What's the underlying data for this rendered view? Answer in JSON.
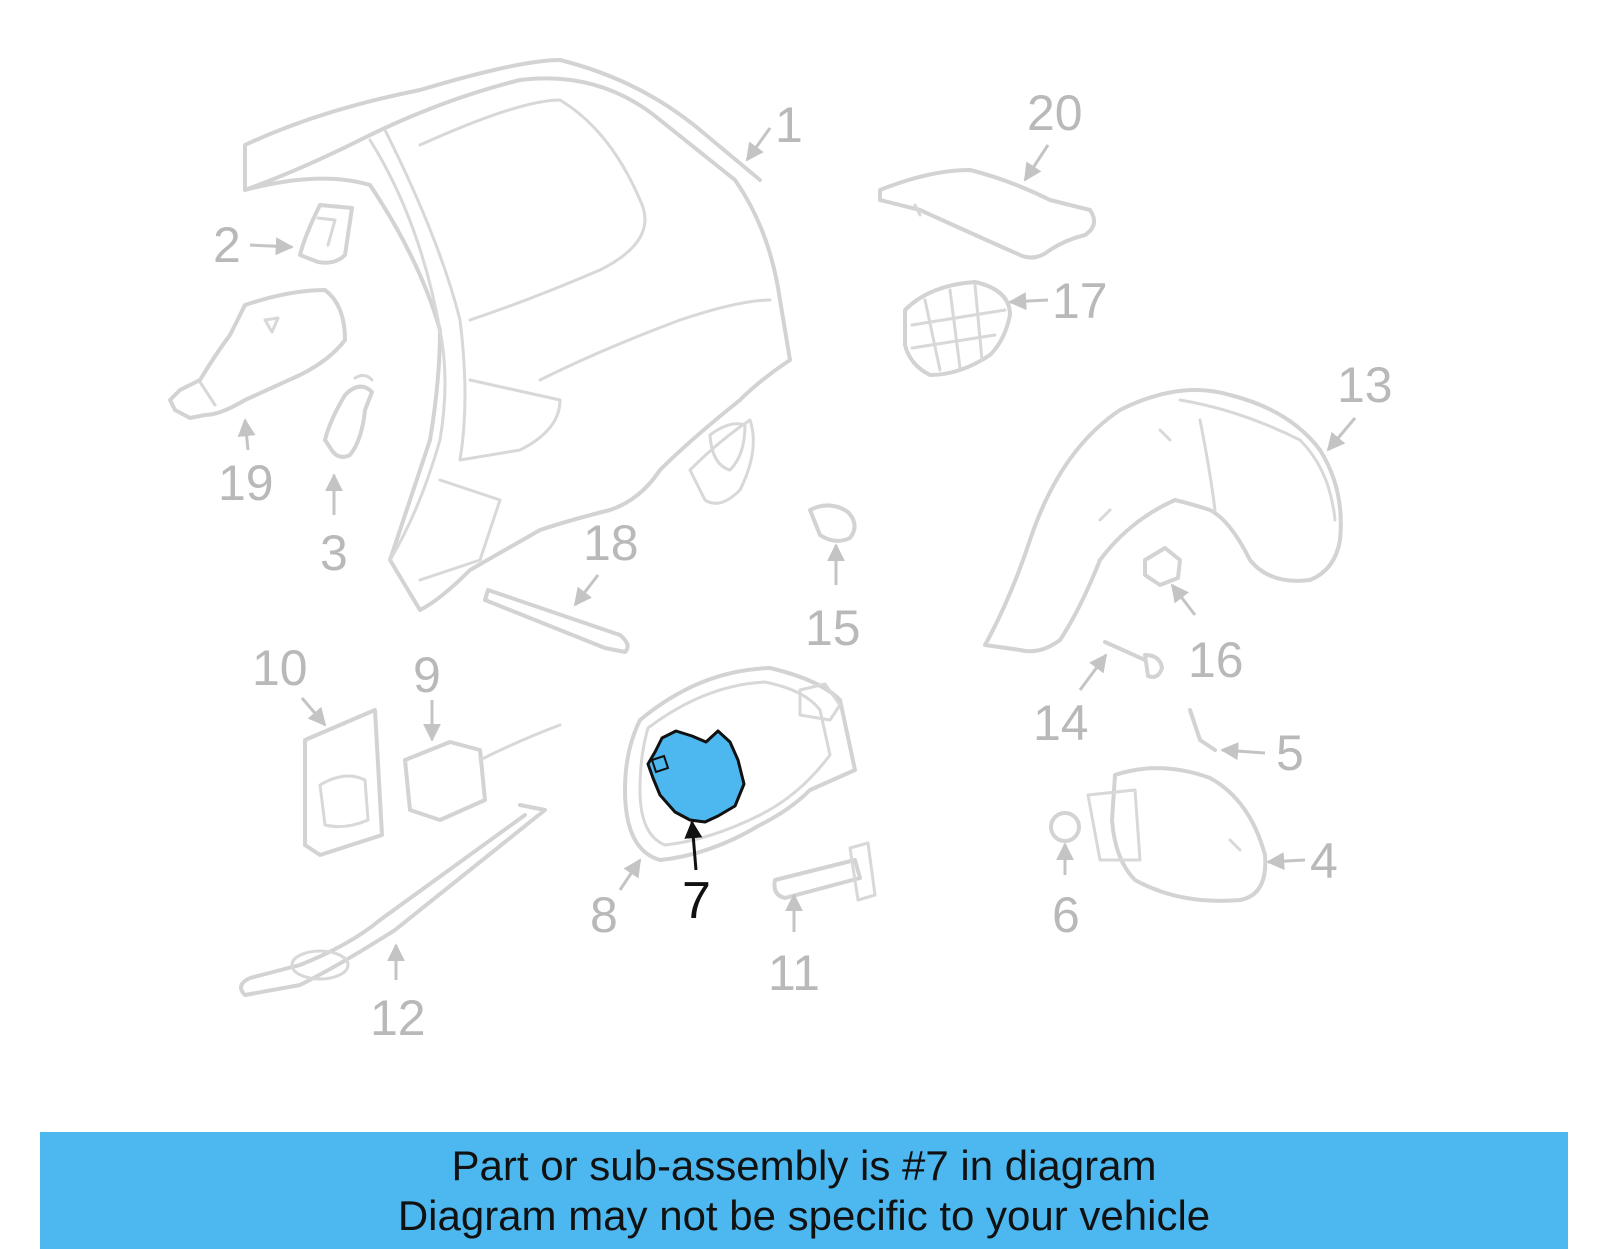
{
  "callouts": {
    "n1": "1",
    "n2": "2",
    "n3": "3",
    "n4": "4",
    "n5": "5",
    "n6": "6",
    "n7": "7",
    "n8": "8",
    "n9": "9",
    "n10": "10",
    "n11": "11",
    "n12": "12",
    "n13": "13",
    "n14": "14",
    "n15": "15",
    "n16": "16",
    "n17": "17",
    "n18": "18",
    "n19": "19",
    "n20": "20"
  },
  "highlighted_part": "7",
  "colors": {
    "highlight_fill": "#4cb8ef",
    "banner": "#4cb8ef",
    "part_stroke": "#d3d3d3",
    "callout_text": "#b9b9b9"
  },
  "banner": {
    "line1": "Part or sub-assembly is #7 in diagram",
    "line2": "Diagram may not be specific to your vehicle"
  }
}
